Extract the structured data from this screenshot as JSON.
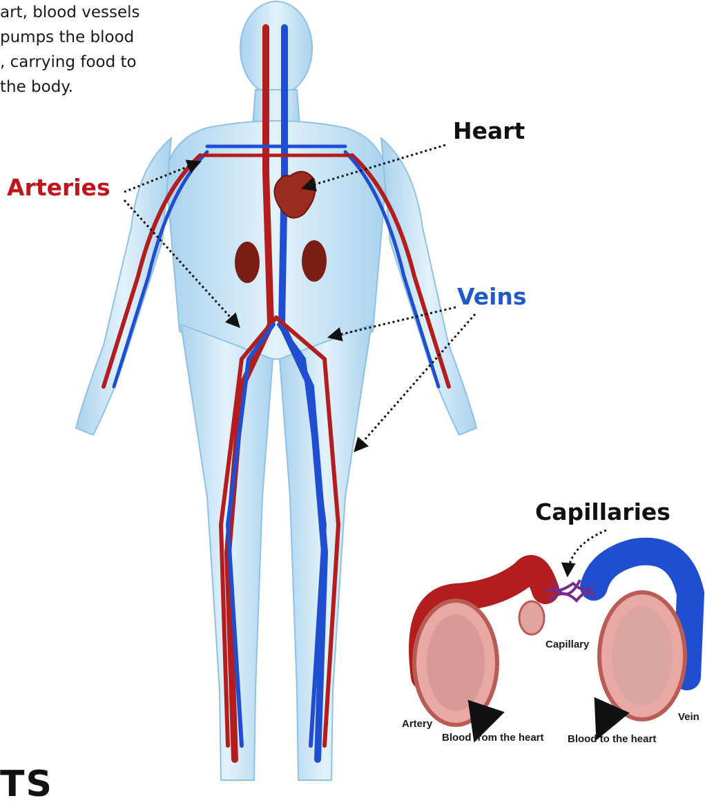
{
  "intro_lines": [
    "art, blood vessels",
    " pumps the blood",
    ", carrying food to",
    "the body."
  ],
  "labels": {
    "heart": "Heart",
    "arteries": "Arteries",
    "veins": "Veins",
    "capillaries": "Capillaries"
  },
  "inset": {
    "capillary": "Capillary",
    "artery": "Artery",
    "vein": "Vein",
    "from_heart": "Blood from the heart",
    "to_heart": "Blood to the heart"
  },
  "corner_text": "TS",
  "colors": {
    "artery": "#b31d1d",
    "vein": "#1f4fd0",
    "arteries_label": "#c0161b",
    "veins_label": "#1f5ac8",
    "body": "#cfe6f6",
    "heart_label": "#111111"
  }
}
